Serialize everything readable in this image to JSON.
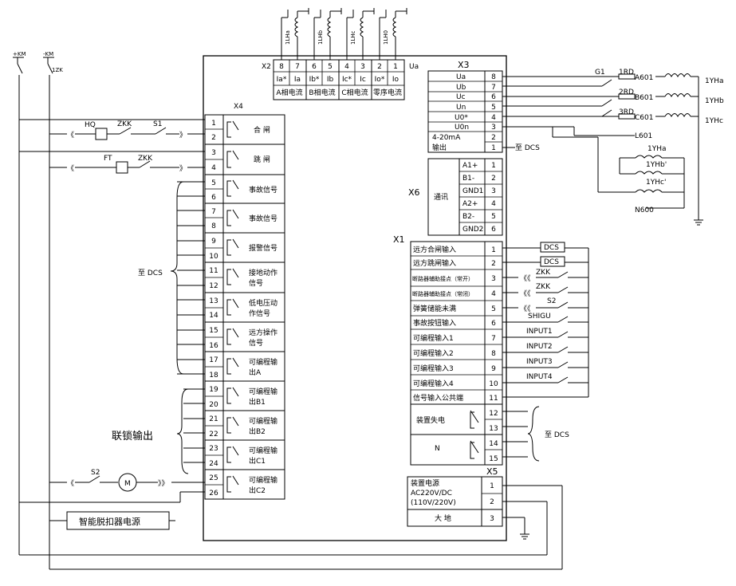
{
  "top_cts": [
    {
      "label": "1LHa"
    },
    {
      "label": "1LHb"
    },
    {
      "label": "1LHc"
    },
    {
      "label": "1LH0"
    }
  ],
  "x2": {
    "name": "X2",
    "ua_label": "Ua",
    "pins": [
      "8",
      "7",
      "6",
      "5",
      "4",
      "3",
      "2",
      "1"
    ],
    "labels": [
      "Ia*",
      "Ia",
      "Ib*",
      "Ib",
      "Ic*",
      "Ic",
      "Io*",
      "Io"
    ],
    "groups": [
      "A相电流",
      "B相电流",
      "C相电流",
      "零序电流"
    ]
  },
  "x3": {
    "name": "X3",
    "rows": [
      {
        "label": "Ua",
        "pin": "8"
      },
      {
        "label": "Ub",
        "pin": "7"
      },
      {
        "label": "Uc",
        "pin": "6"
      },
      {
        "label": "Un",
        "pin": "5"
      },
      {
        "label": "U0*",
        "pin": "4"
      },
      {
        "label": "U0n",
        "pin": "3"
      },
      {
        "label": "4-20mA",
        "pin": "2"
      },
      {
        "label": "输出",
        "pin": "1"
      }
    ],
    "dcs": "至 DCS"
  },
  "right_pt": {
    "g1": "G1",
    "fuses": [
      {
        "f": "1RD",
        "w": "A601"
      },
      {
        "f": "2RD",
        "w": "B601"
      },
      {
        "f": "3RD",
        "w": "C601"
      }
    ],
    "outs": [
      "1YHa",
      "1YHb",
      "1YHc"
    ],
    "l601": "L601",
    "n600": "N600",
    "open_delta": [
      "1YHa",
      "1YHb'",
      "1YHc'"
    ]
  },
  "x6": {
    "name": "X6",
    "label": "通讯",
    "rows": [
      {
        "label": "A1+",
        "pin": "1"
      },
      {
        "label": "B1-",
        "pin": "2"
      },
      {
        "label": "GND1",
        "pin": "3"
      },
      {
        "label": "A2+",
        "pin": "4"
      },
      {
        "label": "B2-",
        "pin": "5"
      },
      {
        "label": "GND2",
        "pin": "6"
      }
    ]
  },
  "x1": {
    "name": "X1",
    "rows": [
      {
        "label": "远方合闸输入",
        "pin": "1"
      },
      {
        "label": "远方跳闸输入",
        "pin": "2"
      },
      {
        "label": "断路器辅助接点（常开）",
        "pin": "3"
      },
      {
        "label": "断路器辅助接点（常闭）",
        "pin": "4"
      },
      {
        "label": "弹簧储能未满",
        "pin": "5"
      },
      {
        "label": "事故按钮输入",
        "pin": "6"
      },
      {
        "label": "可编程输入1",
        "pin": "7"
      },
      {
        "label": "可编程输入2",
        "pin": "8"
      },
      {
        "label": "可编程输入3",
        "pin": "9"
      },
      {
        "label": "可编程输入4",
        "pin": "10"
      },
      {
        "label": "信号输入公共端",
        "pin": "11"
      }
    ],
    "relay1": {
      "label": "装置失电",
      "pins": [
        "12",
        "13"
      ]
    },
    "relay2": {
      "label": "N",
      "pins": [
        "14",
        "15"
      ]
    },
    "ext": {
      "dcs1": "DCS",
      "dcs2": "DCS",
      "zkk1": "ZKK",
      "zkk2": "ZKK",
      "s2": "S2",
      "shigu": "SHIGU",
      "in1": "INPUT1",
      "in2": "INPUT2",
      "in3": "INPUT3",
      "in4": "INPUT4",
      "to_dcs": "至 DCS"
    }
  },
  "x5": {
    "name": "X5",
    "power": [
      "装置电源",
      "AC220V/DC",
      "(110V/220V)"
    ],
    "pins": [
      "1",
      "2"
    ],
    "ground": {
      "label": "大 地",
      "pin": "3"
    }
  },
  "x4": {
    "name": "X4",
    "pins": [
      "1",
      "2",
      "3",
      "4",
      "5",
      "6",
      "7",
      "8",
      "9",
      "10",
      "11",
      "12",
      "13",
      "14",
      "15",
      "16",
      "17",
      "18",
      "19",
      "20",
      "21",
      "22",
      "23",
      "24",
      "25",
      "26"
    ],
    "relays": [
      [
        "合 闸"
      ],
      [
        "跳 闸"
      ],
      [
        "事故信号"
      ],
      [
        "事故信号"
      ],
      [
        "报警信号"
      ],
      [
        "接地动作",
        "信号"
      ],
      [
        "低电压动",
        "作信号"
      ],
      [
        "远方操作",
        "信号"
      ],
      [
        "可编程输",
        "出A"
      ],
      [
        "可编程输",
        "出B1"
      ],
      [
        "可编程输",
        "出B2"
      ],
      [
        "可编程输",
        "出C1"
      ],
      [
        "可编程输",
        "出C2"
      ]
    ]
  },
  "left": {
    "pkm": "+KM",
    "nkm": "-KM",
    "zk": "1ZK",
    "hq": "HQ",
    "zkk1": "ZKK",
    "s1": "S1",
    "ft": "FT",
    "zkk2": "ZKK",
    "to_dcs": "至 DCS",
    "lock": "联锁输出",
    "s2": "S2",
    "motor": "M",
    "power_box": "智能脱扣器电源"
  }
}
